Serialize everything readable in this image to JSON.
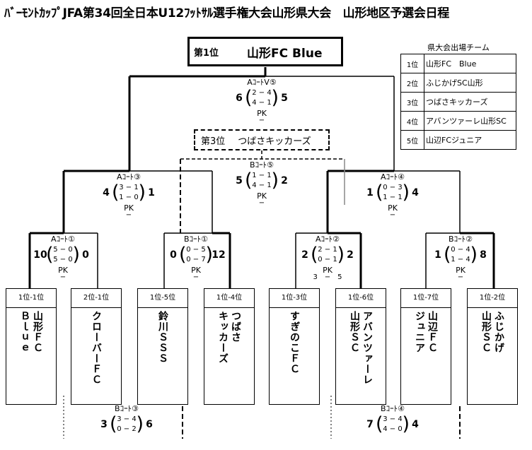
{
  "title": "ﾊﾞｰﾓﾝﾄｶｯﾌﾟJFA第34回全日本U12ﾌｯﾄｻﾙ選手権大会山形県大会　山形地区予選会日程",
  "champion": {
    "rank": "第1位",
    "name": "山形FC Blue"
  },
  "third_place": {
    "rank": "第3位",
    "name": "つばさキッカーズ"
  },
  "legend": {
    "title": "県大会出場チーム",
    "rows": [
      {
        "rank": "1位",
        "team": "山形FC　Blue"
      },
      {
        "rank": "2位",
        "team": "ふじかげSC山形"
      },
      {
        "rank": "3位",
        "team": "つばさキッカーズ"
      },
      {
        "rank": "4位",
        "team": "アバンツァーレ山形SC"
      },
      {
        "rank": "5位",
        "team": "山辺FCジュニア"
      }
    ]
  },
  "teams": [
    {
      "seed": "1位-1位",
      "cols": [
        "山形ＦＣ",
        "Ｂｌｕｅ"
      ]
    },
    {
      "seed": "2位-1位",
      "cols": [
        "クローバーＦＣ"
      ]
    },
    {
      "seed": "1位-5位",
      "cols": [
        "鈴川ＳＳＳ"
      ]
    },
    {
      "seed": "1位-4位",
      "cols": [
        "つばさ",
        "キッカーズ"
      ]
    },
    {
      "seed": "1位-3位",
      "cols": [
        "すぎのこＦＣ"
      ]
    },
    {
      "seed": "1位-6位",
      "cols": [
        "アバンツァーレ",
        "山形ＳＣ"
      ]
    },
    {
      "seed": "1位-7位",
      "cols": [
        "山辺ＦＣ",
        "ジュニア"
      ]
    },
    {
      "seed": "1位-2位",
      "cols": [
        "ふじかげ",
        "山形ＳＣ"
      ]
    }
  ],
  "matches": {
    "final": {
      "court": "AｺｰﾄⅤ⑤",
      "left": "6",
      "right": "5",
      "s1": "2 − 4",
      "s2": "4 − 1",
      "pk": "PK",
      "pkv": "−"
    },
    "third": {
      "court": "Bｺｰﾄ⑤",
      "left": "5",
      "right": "2",
      "s1": "1 − 1",
      "s2": "4 − 1",
      "pk": "PK",
      "pkv": "−"
    },
    "sf1": {
      "court": "Aｺｰﾄ③",
      "left": "4",
      "right": "1",
      "s1": "3 − 1",
      "s2": "1 − 0",
      "pk": "PK",
      "pkv": "−"
    },
    "sf2": {
      "court": "Aｺｰﾄ④",
      "left": "1",
      "right": "4",
      "s1": "0 − 3",
      "s2": "1 − 1",
      "pk": "PK",
      "pkv": "−"
    },
    "qf1": {
      "court": "Aｺｰﾄ①",
      "left": "10",
      "right": "0",
      "s1": "5 − 0",
      "s2": "5 − 0",
      "pk": "PK",
      "pkv": "−"
    },
    "qf2": {
      "court": "Bｺｰﾄ①",
      "left": "0",
      "right": "12",
      "s1": "0 − 5",
      "s2": "0 − 7",
      "pk": "PK",
      "pkv": "−"
    },
    "qf3": {
      "court": "Aｺｰﾄ②",
      "left": "2",
      "right": "2",
      "s1": "2 − 1",
      "s2": "0 − 1",
      "pk": "PK",
      "pkv": "3　−　5"
    },
    "qf4": {
      "court": "Bｺｰﾄ②",
      "left": "1",
      "right": "8",
      "s1": "0 − 4",
      "s2": "1 − 4",
      "pk": "PK",
      "pkv": "−"
    },
    "pl1": {
      "court": "Bｺｰﾄ③",
      "left": "3",
      "right": "6",
      "s1": "3 − 4",
      "s2": "0 − 2",
      "pk": "",
      "pkv": ""
    },
    "pl2": {
      "court": "Bｺｰﾄ④",
      "left": "7",
      "right": "4",
      "s1": "3 − 4",
      "s2": "4 − 0",
      "pk": "",
      "pkv": ""
    }
  }
}
